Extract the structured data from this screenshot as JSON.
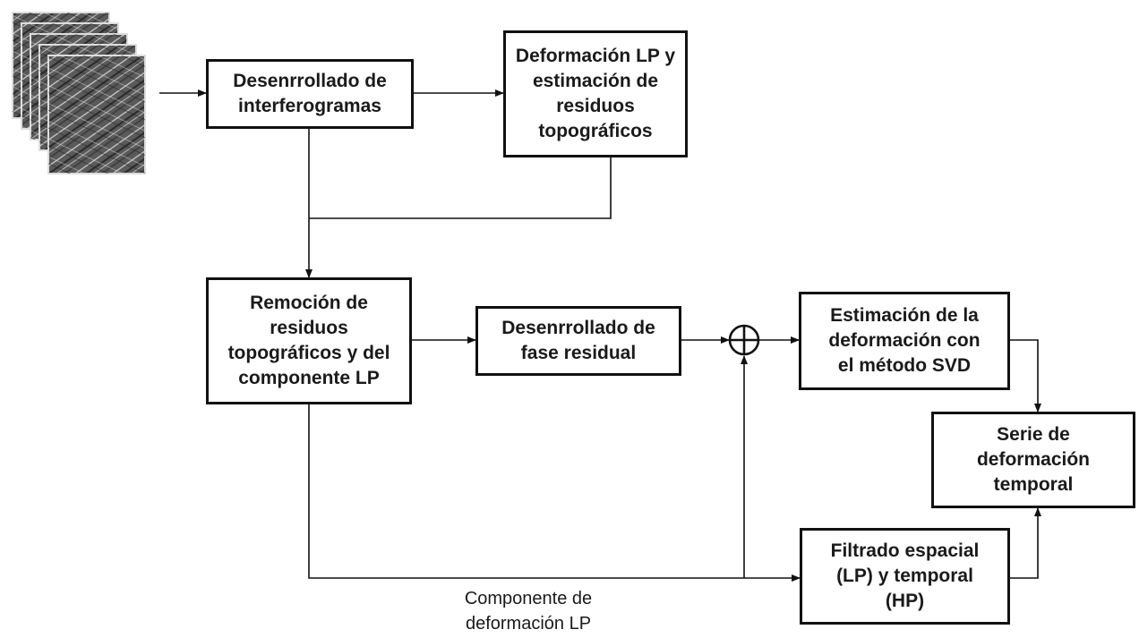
{
  "boxes": {
    "unwrap_interferograms": "Desenrrollado de\ninterferogramas",
    "lp_deformation": "Deformación LP y\nestimación de\nresiduos\ntopográficos",
    "removal": "Remoción de\nresiduos\ntopográficos y del\ncomponente LP",
    "unwrap_residual": "Desenrrollado de\nfase residual",
    "svd_estimation": "Estimación de la\ndeformación con\nel método SVD",
    "time_series": "Serie de\ndeformación\ntemporal",
    "filtering": "Filtrado espacial\n(LP) y temporal\n(HP)"
  },
  "edge_label": "Componente de\ndeformación LP",
  "colors": {
    "line": "#111111",
    "text": "#1a1a1a",
    "image_dark": "#2a2a2a",
    "image_light": "#9a9a9a"
  },
  "icons": {
    "summing_junction": "circle-plus-icon",
    "input_images": "sar-image-stack"
  }
}
